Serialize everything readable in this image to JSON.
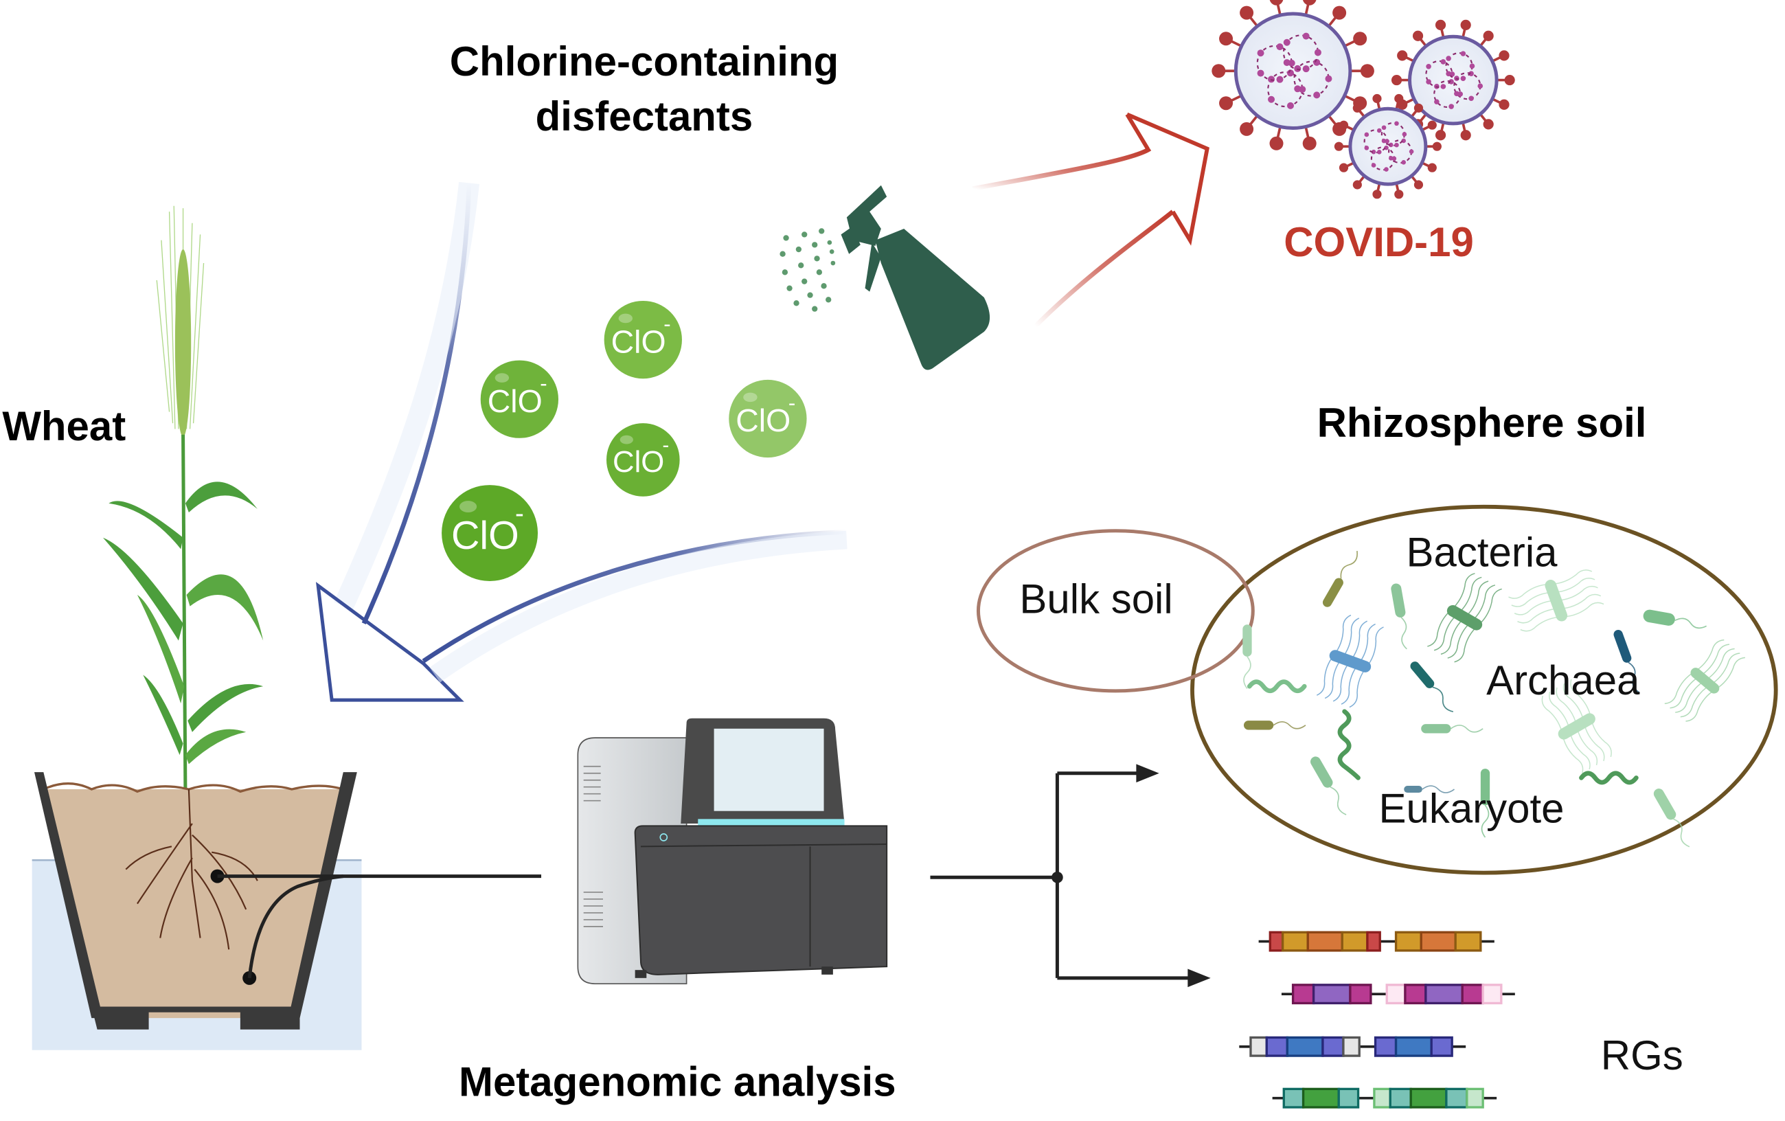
{
  "labels": {
    "title_line1": "Chlorine-containing",
    "title_line2": "disfectants",
    "covid": "COVID-19",
    "wheat": "Wheat",
    "rhizosphere": "Rhizosphere soil",
    "bulk_soil": "Bulk soil",
    "bacteria": "Bacteria",
    "archaea": "Archaea",
    "eukaryote": "Eukaryote",
    "metagenomic": "Metagenomic analysis",
    "rgs": "RGs"
  },
  "ions": [
    {
      "formula": "ClO",
      "charge": "-",
      "shade": "#7cbb45"
    },
    {
      "formula": "ClO",
      "charge": "-",
      "shade": "#6fb33a"
    },
    {
      "formula": "ClO",
      "charge": "-",
      "shade": "#6ab034"
    },
    {
      "formula": "ClO",
      "charge": "-",
      "shade": "#93c768"
    },
    {
      "formula": "ClO",
      "charge": "-",
      "shade": "#5da927"
    }
  ],
  "colors": {
    "covid_red": "#c0392b",
    "arrow_blue": "#3b4f9a",
    "spray_green": "#2f5e4c",
    "soil": "#d4bba0",
    "pot": "#3a3a3a",
    "water": "#dde9f6",
    "bulk_circle": "#a87a6a",
    "rhizo_circle": "#6b5223"
  },
  "gene_rows": [
    {
      "segments": [
        [
          "#c94848",
          "#8b1e1e"
        ],
        [
          "#d19a2a",
          "#8b5a12"
        ],
        [
          "#d6773a",
          "#8b4414"
        ],
        [
          "#d19a2a",
          "#8b5a12"
        ],
        [
          "#c94848",
          "#8b1e1e"
        ],
        [
          "gap"
        ],
        [
          "#d19a2a",
          "#8b5a12"
        ],
        [
          "#d6773a",
          "#8b4414"
        ],
        [
          "#d19a2a",
          "#8b5a12"
        ]
      ]
    },
    {
      "segments": [
        [
          "#b83a91",
          "#6f1651"
        ],
        [
          "#9066c2",
          "#3f1f6b"
        ],
        [
          "#b83a91",
          "#6f1651"
        ],
        [
          "gap"
        ],
        [
          "#fde9f3",
          "#f0b9d4"
        ],
        [
          "#b83a91",
          "#6f1651"
        ],
        [
          "#9066c2",
          "#3f1f6b"
        ],
        [
          "#b83a91",
          "#6f1651"
        ],
        [
          "#fde9f3",
          "#f0b9d4"
        ]
      ]
    },
    {
      "segments": [
        [
          "#e6e6e6",
          "#555555"
        ],
        [
          "#6a6ad0",
          "#28287a"
        ],
        [
          "#3f79c2",
          "#173e80"
        ],
        [
          "#6a6ad0",
          "#28287a"
        ],
        [
          "#e6e6e6",
          "#555555"
        ],
        [
          "gap"
        ],
        [
          "#6a6ad0",
          "#28287a"
        ],
        [
          "#3f79c2",
          "#173e80"
        ],
        [
          "#6a6ad0",
          "#28287a"
        ]
      ]
    },
    {
      "segments": [
        [
          "#79c2b6",
          "#0f6b63"
        ],
        [
          "#43a13f",
          "#1c5e1c"
        ],
        [
          "#79c2b6",
          "#0f6b63"
        ],
        [
          "gap"
        ],
        [
          "#c6e7cc",
          "#6cbf74"
        ],
        [
          "#79c2b6",
          "#0f6b63"
        ],
        [
          "#43a13f",
          "#1c5e1c"
        ],
        [
          "#79c2b6",
          "#0f6b63"
        ],
        [
          "#c6e7cc",
          "#6cbf74"
        ]
      ]
    }
  ]
}
